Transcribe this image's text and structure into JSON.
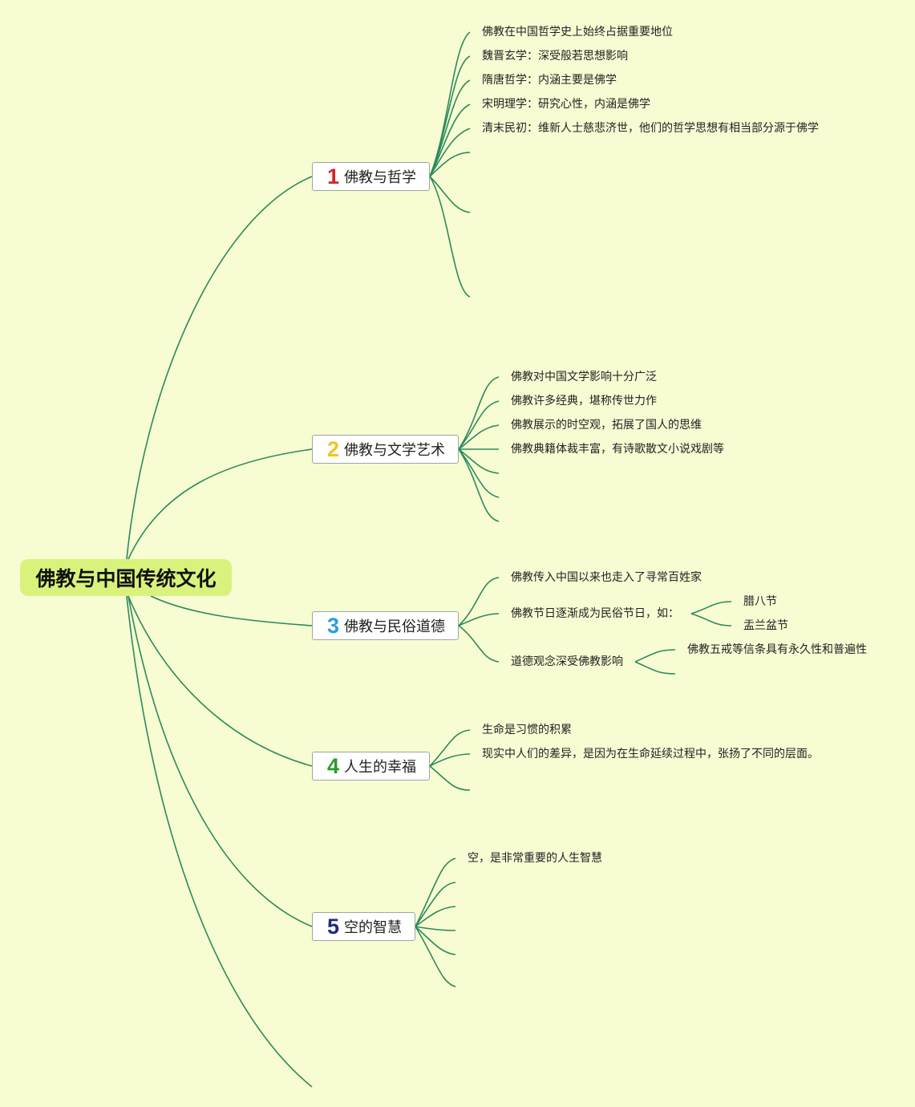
{
  "root": {
    "label": "佛教与中国传统文化"
  },
  "colors": {
    "background": "#f8fcd3",
    "root_fill": "#d9f27c",
    "connector": "#2a8a5c",
    "num_1": "#d9222a",
    "num_2": "#f2c522",
    "num_3": "#2b9be0",
    "num_4": "#2f9a2a",
    "num_5": "#1f2a7a"
  },
  "topics": [
    {
      "number": "1",
      "label": "佛教与哲学",
      "items": [
        "佛教在中国哲学史上始终占据重要地位",
        "魏晋玄学：深受般若思想影响",
        "隋唐哲学：内涵主要是佛学",
        "宋明理学：研究心性，内涵是佛学",
        "清末民初：维新人士慈悲济世，他们的哲学思想有相当部分源于佛学"
      ]
    },
    {
      "number": "2",
      "label": "佛教与文学艺术",
      "items": [
        "佛教对中国文学影响十分广泛",
        "佛教许多经典，堪称传世力作",
        "佛教展示的时空观，拓展了国人的思维",
        "佛教典籍体裁丰富，有诗歌散文小说戏剧等"
      ]
    },
    {
      "number": "3",
      "label": "佛教与民俗道德",
      "items": [
        "佛教传入中国以来也走入了寻常百姓家",
        "佛教节日逐渐成为民俗节日，如：",
        "道德观念深受佛教影响"
      ],
      "subitems_festival": [
        "腊八节",
        "盂兰盆节"
      ],
      "subitems_morality": [
        "佛教五戒等信条具有永久性和普遍性"
      ]
    },
    {
      "number": "4",
      "label": "人生的幸福",
      "items": [
        "生命是习惯的积累",
        "现实中人们的差异，是因为在生命延续过程中，张扬了不同的层面。"
      ]
    },
    {
      "number": "5",
      "label": "空的智慧",
      "items": [
        "空，是非常重要的人生智慧"
      ]
    }
  ]
}
